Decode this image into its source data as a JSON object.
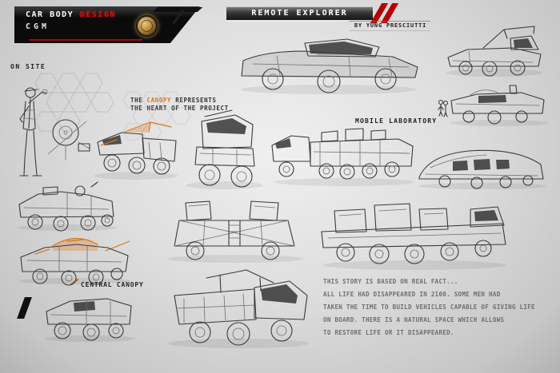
{
  "header": {
    "brand": {
      "line1_part1": "CAR BODY ",
      "line1_part2": "DESIGN",
      "line2": "CGM"
    },
    "title": "REMOTE EXPLORER",
    "byline": "BY YUNG PRESCIUTTI"
  },
  "annotations": {
    "on_site": "ON SITE",
    "canopy_note": {
      "part1": "THE ",
      "highlight": "CANOPY",
      "part2": " REPRESENTS",
      "line2": "THE HEART OF THE PROJECT"
    },
    "mobile_laboratory": "MOBILE LABORATORY",
    "central_canopy": "CENTRAL CANOPY"
  },
  "story": {
    "lines": [
      "THIS STORY IS BASED ON REAL FACT...",
      "ALL LIFE HAD DISAPPEARED IN 2100. SOME MEN HAD",
      "TAKEN THE TIME TO BUILD VEHICLES CAPABLE OF GIVING LIFE",
      "ON BOARD. THERE IS A NATURAL SPACE WHICH ALLOWS",
      "TO RESTORE LIFE OR IT DISAPPEARED."
    ]
  },
  "colors": {
    "accent_red": "#b40000",
    "accent_orange": "#d9781c",
    "banner_black": "#0b0b0b",
    "sketch_stroke": "#3a3a3a",
    "background": "#d6d6d6"
  }
}
